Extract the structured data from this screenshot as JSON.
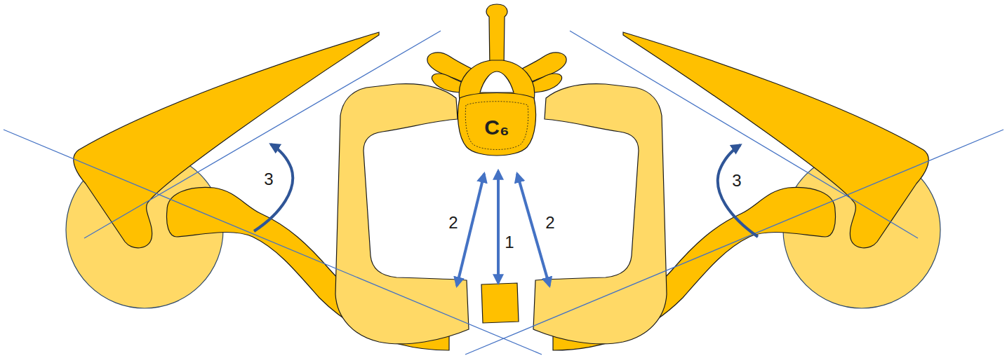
{
  "diagram": {
    "labels": [
      "C₆",
      "3",
      "3",
      "2",
      "1",
      "2"
    ]
  }
}
